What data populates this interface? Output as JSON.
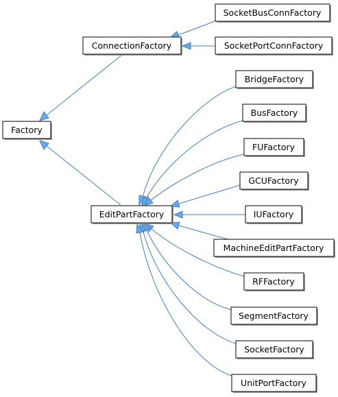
{
  "nodes": {
    "factory": "Factory",
    "connection_factory": "ConnectionFactory",
    "edit_part_factory": "EditPartFactory",
    "socket_bus_conn_factory": "SocketBusConnFactory",
    "socket_port_conn_factory": "SocketPortConnFactory",
    "bridge_factory": "BridgeFactory",
    "bus_factory": "BusFactory",
    "fu_factory": "FUFactory",
    "gcu_factory": "GCUFactory",
    "iu_factory": "IUFactory",
    "machine_edit_part_factory": "MachineEditPartFactory",
    "rf_factory": "RFFactory",
    "segment_factory": "SegmentFactory",
    "socket_factory": "SocketFactory",
    "unit_port_factory": "UnitPortFactory"
  },
  "edges": [
    {
      "from": "ConnectionFactory",
      "to": "Factory"
    },
    {
      "from": "EditPartFactory",
      "to": "Factory"
    },
    {
      "from": "SocketBusConnFactory",
      "to": "ConnectionFactory"
    },
    {
      "from": "SocketPortConnFactory",
      "to": "ConnectionFactory"
    },
    {
      "from": "BridgeFactory",
      "to": "EditPartFactory"
    },
    {
      "from": "BusFactory",
      "to": "EditPartFactory"
    },
    {
      "from": "FUFactory",
      "to": "EditPartFactory"
    },
    {
      "from": "GCUFactory",
      "to": "EditPartFactory"
    },
    {
      "from": "IUFactory",
      "to": "EditPartFactory"
    },
    {
      "from": "MachineEditPartFactory",
      "to": "EditPartFactory"
    },
    {
      "from": "RFFactory",
      "to": "EditPartFactory"
    },
    {
      "from": "SegmentFactory",
      "to": "EditPartFactory"
    },
    {
      "from": "SocketFactory",
      "to": "EditPartFactory"
    },
    {
      "from": "UnitPortFactory",
      "to": "EditPartFactory"
    }
  ],
  "colors": {
    "edge": "#3f7fbf",
    "arrowhead": "#6aa9e8",
    "node_border": "#000000",
    "node_fill": "#ffffff"
  }
}
